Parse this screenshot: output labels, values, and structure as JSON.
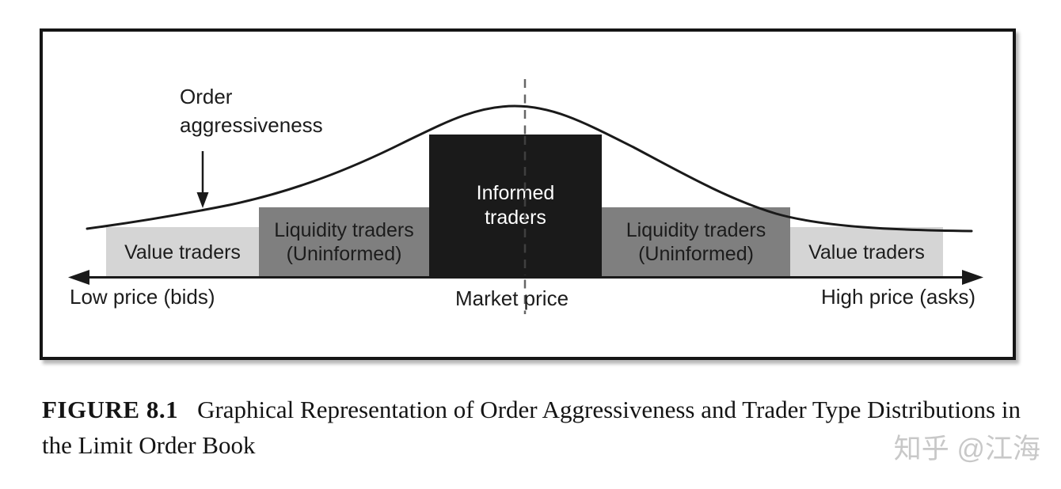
{
  "palette": {
    "frame_border": "#151515",
    "box_light_gray": "#d5d5d5",
    "box_mid_gray": "#7f7f7f",
    "box_black": "#1a1a1a",
    "line_black": "#1a1a1a",
    "dashed_line_gray": "#666666",
    "watermark_gray": "#c8c8c8"
  },
  "diagram": {
    "annotation": {
      "line1": "Order",
      "line2": "aggressiveness"
    },
    "axis": {
      "left_label": "Low price (bids)",
      "center_label": "Market price",
      "right_label": "High price (asks)"
    },
    "boxes": {
      "value_left": {
        "label": "Value traders"
      },
      "liquidity_left": {
        "line1": "Liquidity traders",
        "line2": "(Uninformed)"
      },
      "informed": {
        "line1": "Informed",
        "line2": "traders"
      },
      "liquidity_right": {
        "line1": "Liquidity traders",
        "line2": "(Uninformed)"
      },
      "value_right": {
        "label": "Value traders"
      }
    }
  },
  "caption": {
    "label": "FIGURE 8.1",
    "line1": "Graphical Representation of Order Aggressiveness and Trader Type Distributions in",
    "line2": "the Limit Order Book"
  },
  "watermark": {
    "text": "知乎 @江海"
  }
}
